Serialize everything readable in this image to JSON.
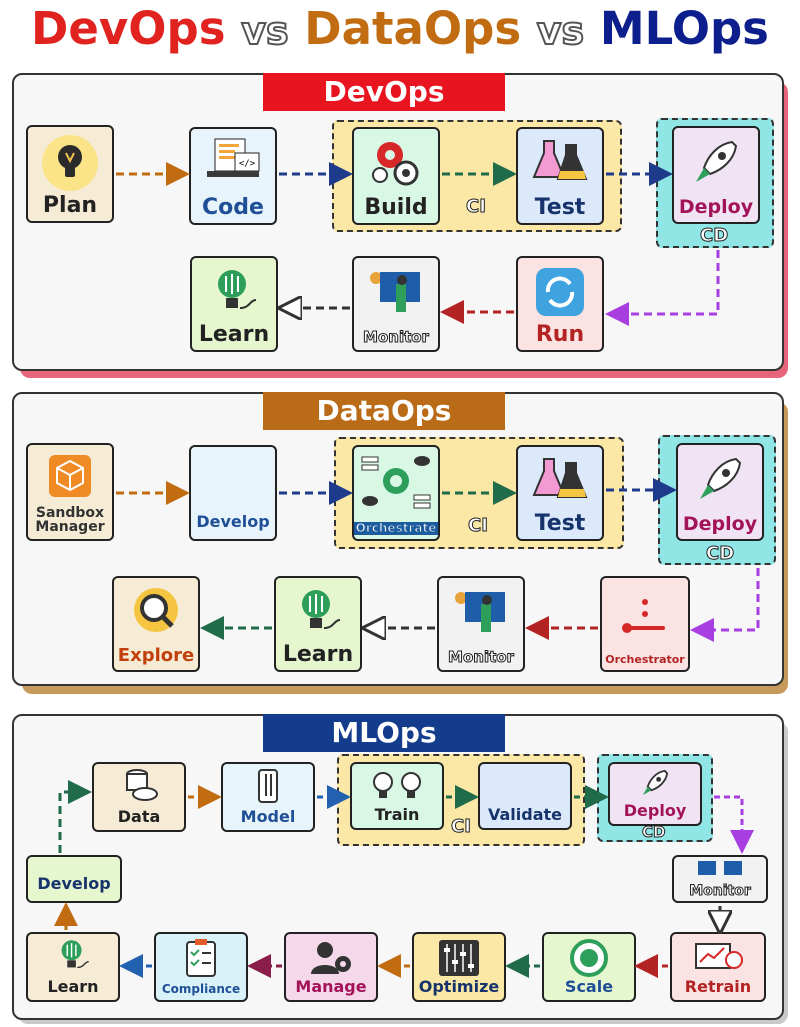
{
  "title": {
    "devops": "DevOps",
    "vs1": "vs",
    "dataops": "DataOps",
    "vs2": "vs",
    "mlops": "MLOps"
  },
  "colors": {
    "devops": "#e0231f",
    "dataops": "#c26c12",
    "mlops": "#0d1f8c"
  },
  "devops": {
    "banner": "DevOps",
    "plan": "Plan",
    "code": "Code",
    "build": "Build",
    "test": "Test",
    "deploy": "Deploy",
    "ci": "CI",
    "cd": "CD",
    "run": "Run",
    "monitor": "Monitor",
    "learn": "Learn"
  },
  "dataops": {
    "banner": "DataOps",
    "sandbox": "Sandbox Manager",
    "develop": "Develop",
    "orchestrate": "Orchestrate",
    "test": "Test",
    "deploy": "Deploy",
    "ci": "CI",
    "cd": "CD",
    "orchestrator": "Orchestrator",
    "monitor": "Monitor",
    "learn": "Learn",
    "explore": "Explore"
  },
  "mlops": {
    "banner": "MLOps",
    "data": "Data",
    "model": "Model",
    "train": "Train",
    "validate": "Validate",
    "deploy": "Deploy",
    "ci": "CI",
    "cd": "CD",
    "monitor": "Monitor",
    "retrain": "Retrain",
    "scale": "Scale",
    "optimize": "Optimize",
    "manage": "Manage",
    "compliance": "Compliance",
    "learn": "Learn",
    "develop": "Develop"
  }
}
